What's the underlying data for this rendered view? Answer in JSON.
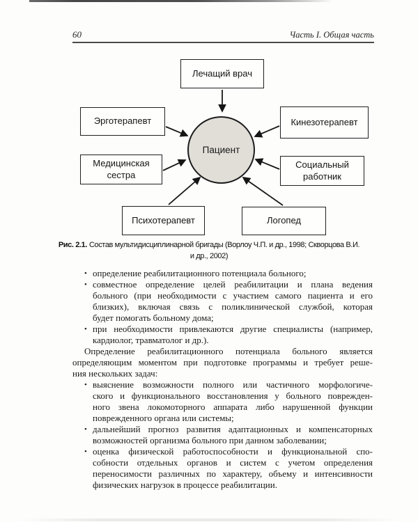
{
  "page_header": {
    "page_number": "60",
    "section_title": "Часть I. Общая часть"
  },
  "diagram": {
    "center_label": "Пациент",
    "nodes": {
      "top": "Лечащий врач",
      "left_upper": "Эрготерапевт",
      "left_lower": "Медицинская сестра",
      "right_upper": "Кинезотерапевт",
      "right_lower": "Социальный работник",
      "bottom_left": "Психотерапевт",
      "bottom_right": "Логопед"
    },
    "arrow_color": "#161616",
    "circle_fill": "#e1ded8"
  },
  "caption": {
    "label": "Рис. 2.1.",
    "line1_rest": "Состав мультидисциплинарной бригады (Ворлоу Ч.П. и др., 1998; Скворцова В.И.",
    "line2": "и др., 2002)"
  },
  "body": {
    "bullet_char": "•",
    "bullets_1": [
      [
        "определение реабилитационного потенциала больного;"
      ],
      [
        "совместное определение целей реабилитации и плана ведения",
        "больного (при необходимости с участием самого пациента и его",
        "близких), включая связь с поликлинической службой, которая",
        "будет помогать больному дома;"
      ],
      [
        "при необходимости привлекаются другие специалисты (например,",
        "кардиолог, травматолог и др.)."
      ]
    ],
    "paragraph_lines": [
      "Определение реабилитационного потенциала больного является",
      "определяющим моментом при подготовке программы и требует реше-",
      "ния нескольких задач:"
    ],
    "bullets_2": [
      [
        "выяснение возможности полного или частичного морфологиче-",
        "ского и функционального восстановления у больного поврежден-",
        "ного звена локомоторного аппарата либо нарушенной функции",
        "поврежденного органа или системы;"
      ],
      [
        "дальнейший прогноз развития адаптационных и компенсаторных",
        "возможностей организма больного при данном заболевании;"
      ],
      [
        "оценка физической работоспособности и функциональной спо-",
        "собности отдельных органов и систем с учетом определения",
        "переносимости различных по характеру, объему и интенсивности",
        "физических нагрузок в процессе реабилитации."
      ]
    ]
  }
}
